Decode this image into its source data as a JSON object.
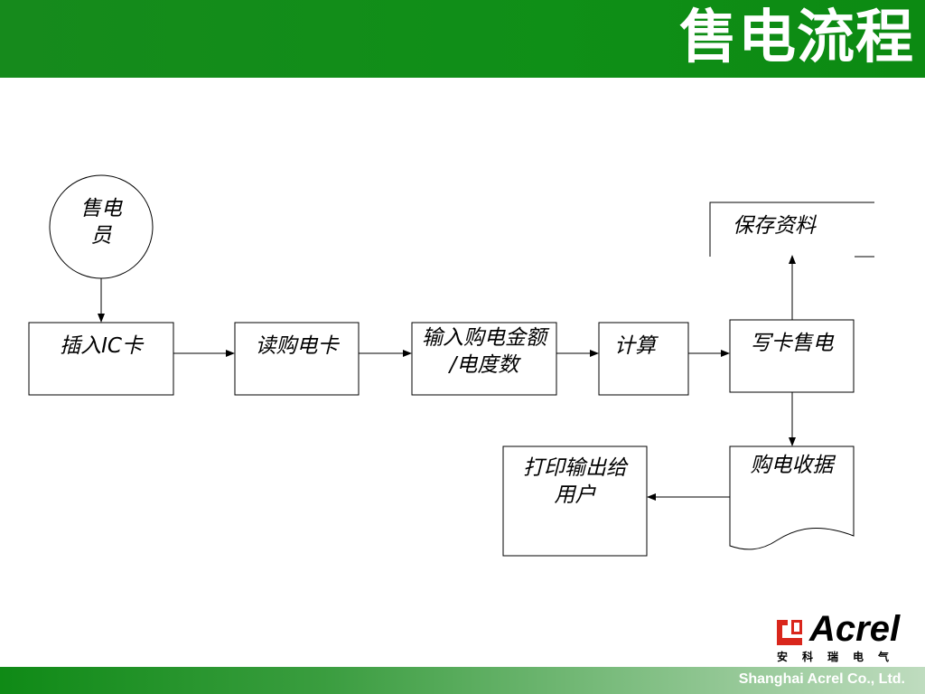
{
  "header": {
    "title": "售电流程"
  },
  "footer": {
    "company": "Shanghai Acrel Co., Ltd."
  },
  "logo": {
    "brand": "Acrel",
    "subtitle": "安科瑞电气"
  },
  "flowchart": {
    "start": {
      "line1": "售电",
      "line2": "员"
    },
    "insert_card": "插入IC卡",
    "read_card": "读购电卡",
    "input_amount": {
      "line1": "输入购电金额",
      "line2": "/电度数"
    },
    "calculate": "计算",
    "write_card": "写卡售电",
    "save_data": "保存资料",
    "receipt": "购电收据",
    "print": {
      "line1": "打印输出给",
      "line2": "用户"
    }
  },
  "colors": {
    "header_green": "#0f8f17",
    "logo_red": "#d9261c"
  }
}
